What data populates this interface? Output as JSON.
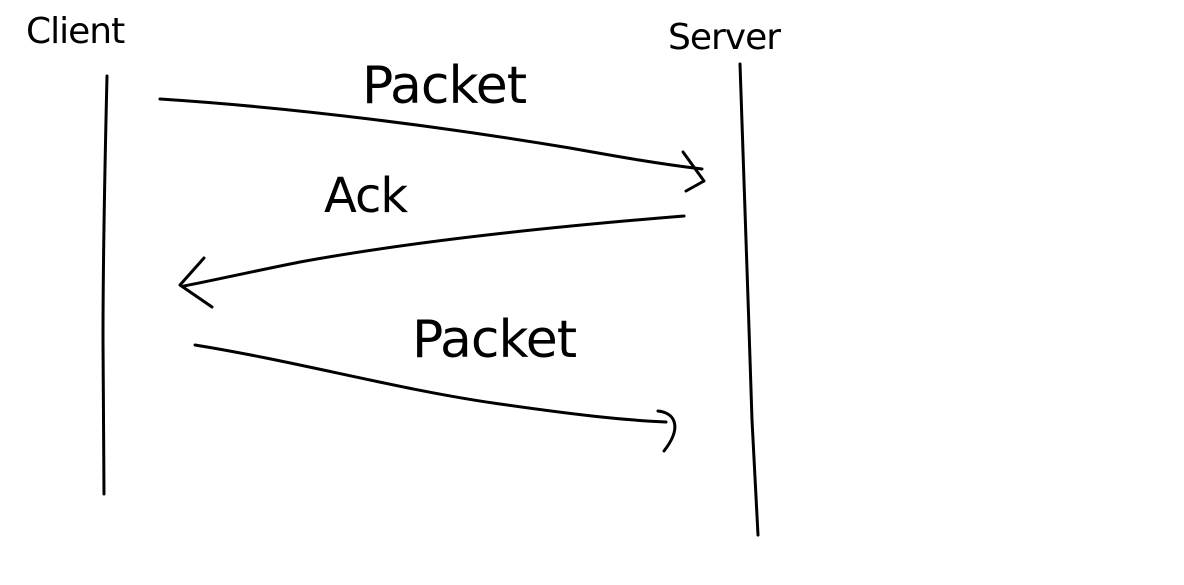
{
  "diagram": {
    "participants": [
      {
        "id": "client",
        "label": "Client"
      },
      {
        "id": "server",
        "label": "Server"
      }
    ],
    "messages": [
      {
        "from": "client",
        "to": "server",
        "label": "Packet"
      },
      {
        "from": "server",
        "to": "client",
        "label": "Ack"
      },
      {
        "from": "client",
        "to": "server",
        "label": "Packet"
      }
    ]
  }
}
